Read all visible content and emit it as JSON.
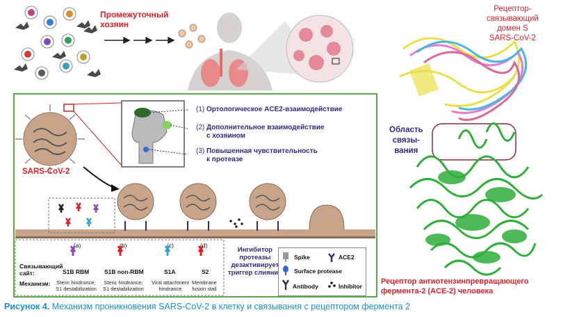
{
  "top": {
    "intermediate_host": "Промежуточный\nхозяин"
  },
  "receptor_domain": "Рецептор-\nсвязывающий\nдомен S\nSARS-CoV-2",
  "binding_region": "Область\nсвязы-\nвания",
  "ace2_label": "Рецептор ангиотензинпревращающего\nфермента-2 (ACE-2) человека",
  "virus_label": "SARS-CoV-2",
  "interactions": [
    {
      "num": "(1)",
      "text": "Ортологическое ACE2-взаимодействие"
    },
    {
      "num": "(2)",
      "text": "Дополнительное взаимодействие\nс хозяином"
    },
    {
      "num": "(3)",
      "text": "Повышенная чувствительность\nк протеазе"
    }
  ],
  "inhibitor_label": "Ингибитор\nпротеазы\nдезактивирует\nтриггер слияния",
  "table": {
    "row1": "Связывающий\nсайт:",
    "row2": "Механизм:",
    "cols": [
      {
        "letter": "(a)",
        "site": "S1B RBM",
        "mech": "Steric hindrance;\nS1 destabilization"
      },
      {
        "letter": "(b)",
        "site": "S1B non-RBM",
        "mech": "Steric hindrance;\nS1 destabilization"
      },
      {
        "letter": "(c)",
        "site": "S1A",
        "mech": "Viral attachment\nhindrance"
      },
      {
        "letter": "(d)",
        "site": "S2",
        "mech": "Membrane\nfusion stall"
      }
    ]
  },
  "legend": {
    "spike": "Spike",
    "ace2": "ACE2",
    "protease": "Surface protease",
    "antibody": "Antibody",
    "inhibitor": "Inhibitor"
  },
  "caption": {
    "label": "Рисунок 4.",
    "text": " Механизм проникновения SARS-CoV-2 в клетку и связывания с рецептором фермента 2"
  },
  "colors": {
    "red_text": "#d8232a",
    "navy_text": "#2e2a86",
    "caption_blue": "#1a8fd0",
    "panel_green": "#5aa94a",
    "virus_brown": "#c8a58a",
    "protein_green": "#2fae3a"
  }
}
